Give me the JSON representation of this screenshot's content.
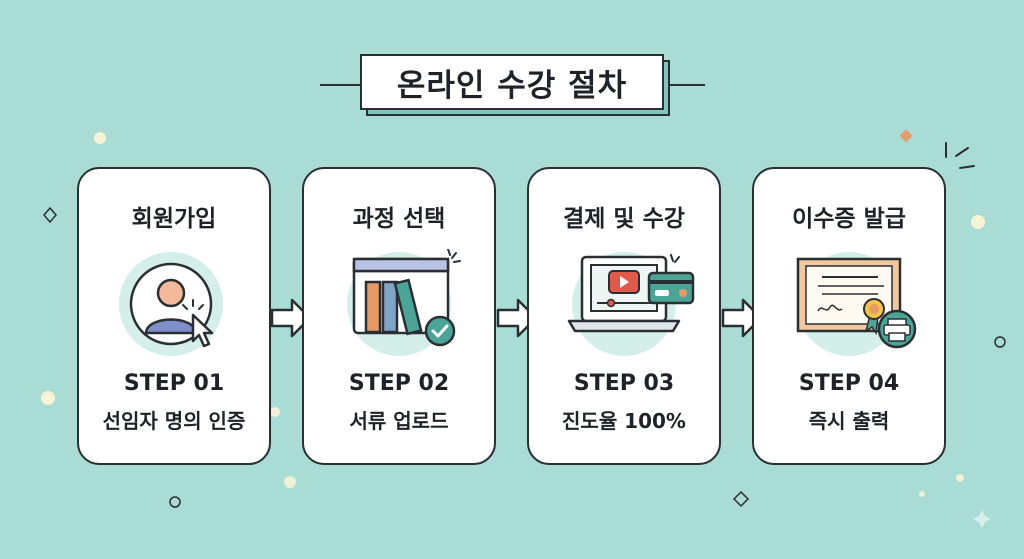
{
  "title": "온라인 수강 절차",
  "colors": {
    "background": "#a9dcd4",
    "card": "#ffffff",
    "outline": "#2a2f33",
    "accent_teal": "#3a9e8f",
    "accent_red": "#e05a4a",
    "accent_orange": "#e79a63"
  },
  "steps": [
    {
      "title": "회원가입",
      "step": "STEP 01",
      "desc": "선임자 명의 인증",
      "icon": "user-click-icon"
    },
    {
      "title": "과정 선택",
      "step": "STEP 02",
      "desc": "서류 업로드",
      "icon": "books-check-icon"
    },
    {
      "title": "결제 및 수강",
      "step": "STEP 03",
      "desc": "진도율 100%",
      "icon": "laptop-video-card-icon"
    },
    {
      "title": "이수증 발급",
      "step": "STEP 04",
      "desc": "즉시 출력",
      "icon": "certificate-printer-icon"
    }
  ]
}
